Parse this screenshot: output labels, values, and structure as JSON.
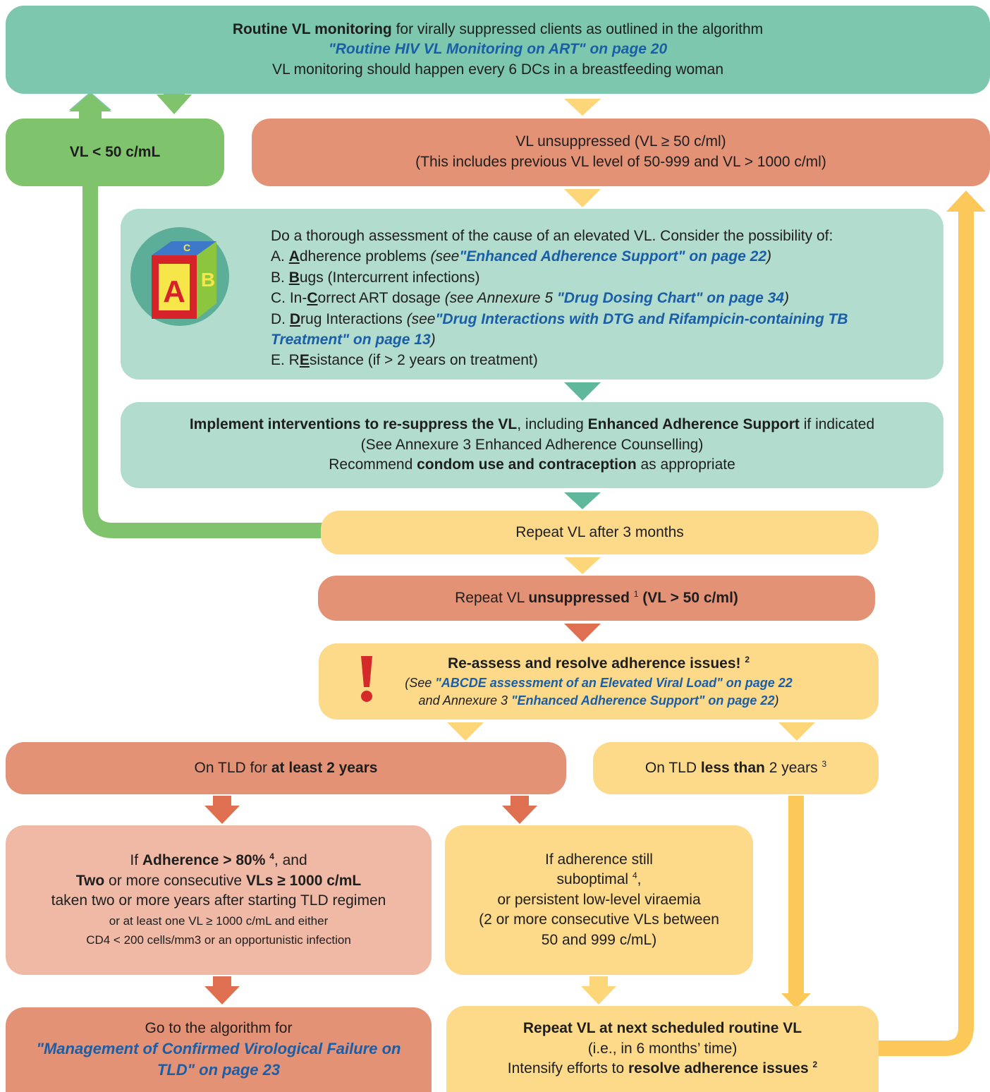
{
  "colors": {
    "teal": "#7cc7ae",
    "light_teal": "#b2dccd",
    "green": "#7fc46d",
    "salmon": "#e49276",
    "pink": "#f0b9a5",
    "yellow": "#fdd98a",
    "link": "#1a5ea8",
    "alert_red": "#d42a2a"
  },
  "routine": {
    "bold": "Routine VL monitoring",
    "rest": " for virally suppressed clients as outlined in the algorithm",
    "link": "\"Routine HIV VL Monitoring on ART\" on page 20",
    "line3": "VL monitoring should happen every 6 DCs in a breastfeeding woman"
  },
  "suppressed": {
    "label": "VL < 50 c/mL"
  },
  "unsuppressed": {
    "line1": "VL unsuppressed (VL ≥ 50 c/ml)",
    "line2": "(This includes previous VL level of 50-999 and VL > 1000 c/ml)"
  },
  "assessment": {
    "icon": "abc-block-icon",
    "intro": "Do a thorough assessment of the cause of an elevated VL. Consider the possibility of:",
    "a_prefix": "A.  ",
    "a_u": "A",
    "a_rest": "dherence problems ",
    "a_see": "(see",
    "a_link": "\"Enhanced Adherence Support\" on page 22",
    "a_close": ")",
    "b_prefix": "B.  ",
    "b_u": "B",
    "b_rest": "ugs (Intercurrent infections)",
    "c_prefix": "C.  In-",
    "c_u": "C",
    "c_rest": "orrect ART dosage ",
    "c_see": "(see Annexure 5 ",
    "c_link": "\"Drug Dosing Chart\" on page 34",
    "c_close": ")",
    "d_prefix": "D.  ",
    "d_u": "D",
    "d_rest": "rug Interactions ",
    "d_see": "(see",
    "d_link": "\"Drug Interactions with DTG and Rifampicin-containing TB Treatment\" on page 13",
    "d_close": ")",
    "e_prefix": "E.  R",
    "e_u": "E",
    "e_rest": "sistance (if > 2 years on treatment)"
  },
  "interventions": {
    "bold1": "Implement interventions to re-suppress the VL",
    "mid1": ", including ",
    "bold2": "Enhanced Adherence Support",
    "end1": " if indicated",
    "line2": "(See Annexure 3 Enhanced Adherence Counselling)",
    "pre3": "Recommend ",
    "bold3": "condom use and contraception",
    "end3": " as appropriate"
  },
  "repeat3": {
    "label": "Repeat VL after 3 months"
  },
  "repeat_unsup": {
    "pre": "Repeat VL ",
    "bold": "unsuppressed",
    "sup": "1",
    "bold2": " (VL > 50 c/ml)"
  },
  "reassess": {
    "icon": "exclamation-icon",
    "title": "Re-assess and resolve adherence issues!",
    "sup": "2",
    "see": "(See ",
    "link1": "\"ABCDE assessment of an Elevated Viral Load\" on page 22",
    "and": "and Annexure 3 ",
    "link2": "\"Enhanced Adherence Support\" on page 22",
    "close": ")"
  },
  "tld_long": {
    "pre": "On TLD for ",
    "bold": "at least 2 years"
  },
  "tld_short": {
    "pre": "On TLD ",
    "bold": "less than",
    "post": " 2 years",
    "sup": "3"
  },
  "failure_criteria": {
    "pre1": "If ",
    "bold1": "Adherence > 80%",
    "sup1": "4",
    "post1": ", and",
    "bold2a": "Two",
    "mid2": " or more consecutive ",
    "bold2b": "VLs ≥ 1000 c/mL",
    "line3": "taken two or more years after starting TLD regimen",
    "line4": "or at least one VL ≥ 1000 c/mL and either",
    "line5": "CD4 < 200 cells/mm3 or an opportunistic infection"
  },
  "suboptimal": {
    "line1": "If adherence still",
    "line2": "suboptimal",
    "sup": "4",
    "line2b": ",",
    "line3": "or persistent low-level viraemia",
    "line4": "(2 or more consecutive VLs between",
    "line5": "50 and 999 c/mL)"
  },
  "goto_failure": {
    "line1": "Go to the algorithm for",
    "link": "\"Management of Confirmed Virological Failure on TLD\" on page 23"
  },
  "repeat_next": {
    "bold1": "Repeat VL at next scheduled routine VL",
    "line2": "(i.e., in 6 months’ time)",
    "pre3": "Intensify efforts to ",
    "bold3": "resolve adherence issues",
    "sup3": "2"
  }
}
